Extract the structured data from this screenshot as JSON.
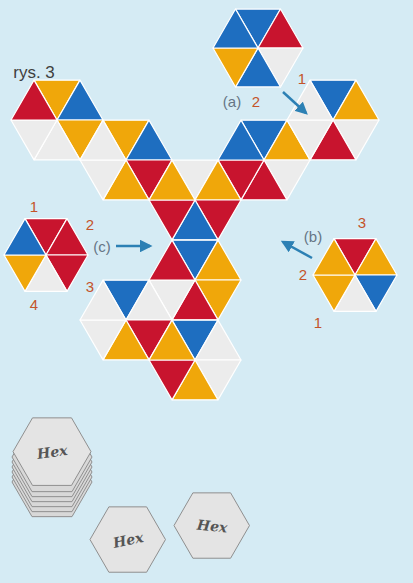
{
  "diagram": {
    "nodes": [
      {
        "text": [
          "Hex"
        ]
      },
      {
        "text": [
          "Hex"
        ]
      },
      {
        "text": [
          "Hex"
        ]
      }
    ],
    "labels": [
      "rys. 3",
      "1",
      "(a)",
      "2",
      "3",
      "1",
      "(b)",
      "2",
      "2",
      "(c)",
      "3",
      "1",
      "4"
    ]
  }
}
